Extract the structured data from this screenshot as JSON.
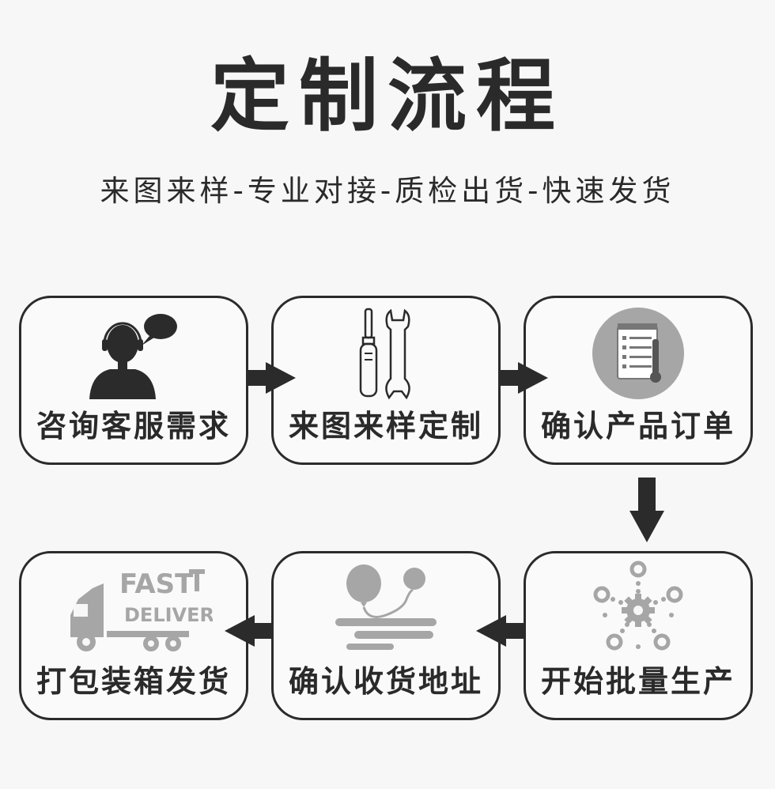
{
  "header": {
    "title": "定制流程",
    "subtitle": "来图来样-专业对接-质检出货-快速发货"
  },
  "steps": [
    {
      "label": "咨询客服需求",
      "icon": "customer-service-icon"
    },
    {
      "label": "来图来样定制",
      "icon": "tools-icon"
    },
    {
      "label": "确认产品订单",
      "icon": "order-clipboard-icon"
    },
    {
      "label": "打包装箱发货",
      "icon": "fast-delivery-truck-icon"
    },
    {
      "label": "确认收货地址",
      "icon": "location-balloon-icon"
    },
    {
      "label": "开始批量生产",
      "icon": "production-gear-icon"
    }
  ],
  "delivery_icon_text": {
    "line1": "FAST",
    "line2": "DELIVERY"
  },
  "colors": {
    "dark": "#2b2b2b",
    "icon_gray": "#a6a6a6",
    "background": "#f7f7f7"
  }
}
